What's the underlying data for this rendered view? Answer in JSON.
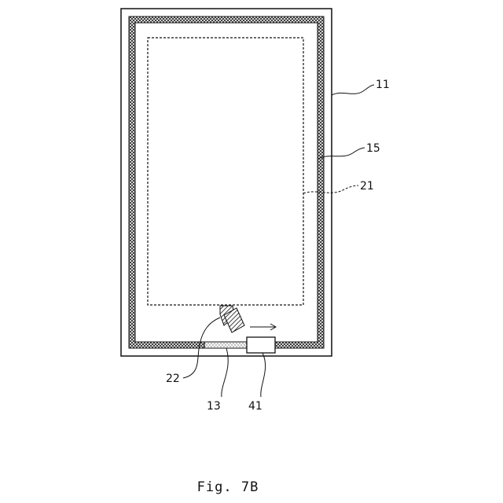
{
  "figure": {
    "caption": "Fig. 7B",
    "labels": {
      "outer_substrate": "11",
      "sealant": "15",
      "display_region": "21",
      "dispenser_nozzle": "22",
      "gap_portion": "13",
      "sealing_member": "41"
    }
  }
}
